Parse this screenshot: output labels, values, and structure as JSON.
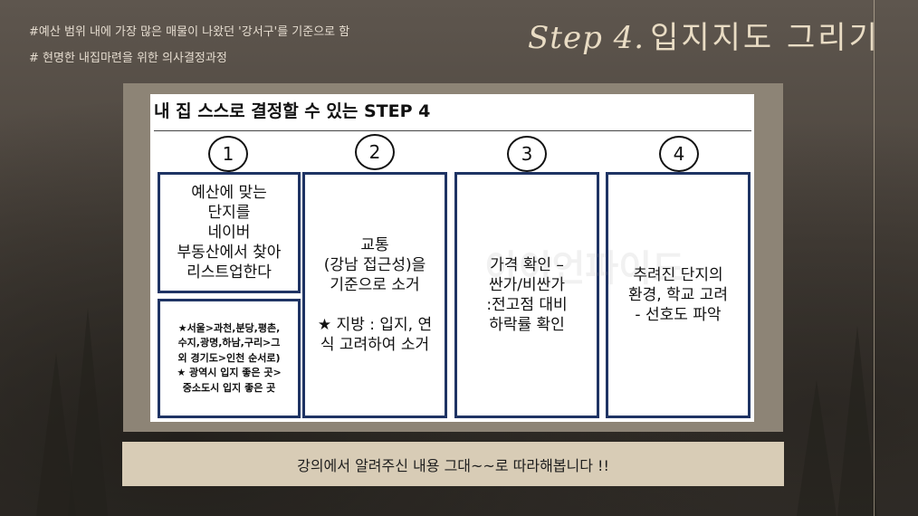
{
  "header": {
    "note_1": "#예산 범위 내에 가장 많은 매물이 나왔던 '강서구'를 기준으로 함",
    "note_2": "# 현명한 내집마련을 위한 의사결정과정",
    "step_label": "Step 4.",
    "step_title": "입지지도 그리기"
  },
  "slide": {
    "title": "내 집 스스로 결정할 수 있는 STEP 4",
    "watermark": "아이언파이드",
    "steps": [
      {
        "number": "1",
        "card_text": "예산에 맞는\n단지를\n네이버\n부동산에서 찾아\n리스트업한다",
        "sub_text": "★서울>과천,분당,평촌,\n수지,광명,하남,구리>그\n외 경기도>인천 순서로)\n★ 광역시 입지 좋은 곳>\n중소도시 입지 좋은 곳"
      },
      {
        "number": "2",
        "card_text": "교통\n(강남 접근성)을\n기준으로 소거\n\n★ 지방 : 입지, 연\n식 고려하여 소거"
      },
      {
        "number": "3",
        "card_text": "가격 확인 –\n싼가/비싼가\n:전고점 대비\n하락률 확인"
      },
      {
        "number": "4",
        "card_text": "추려진 단지의\n환경, 학교 고려\n- 선호도 파악"
      }
    ]
  },
  "footer": {
    "caption": "강의에서 알려주신 내용 그대~~로 따라해봅니다 !!"
  },
  "colors": {
    "card_border": "#1f3464",
    "bottom_bar": "#d8ccb6",
    "title_accent": "#e9dcc4"
  }
}
